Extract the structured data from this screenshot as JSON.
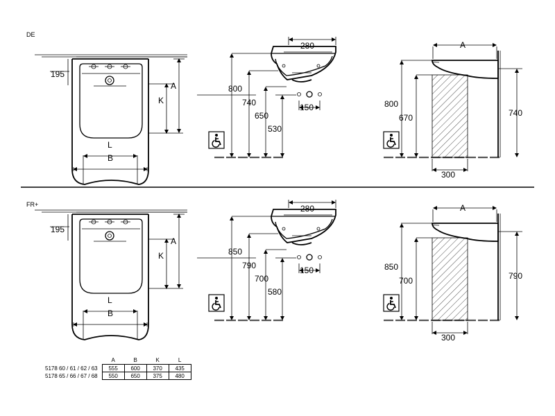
{
  "sections": [
    {
      "code": "DE",
      "front": {
        "dim_195": "195",
        "dim_A": "A",
        "dim_K": "K",
        "dim_L": "L",
        "dim_B": "B"
      },
      "side": {
        "dim_280": "280",
        "dim_150": "150",
        "heights": [
          "800",
          "740",
          "650",
          "530"
        ]
      },
      "wall": {
        "dim_A": "A",
        "dim_300": "300",
        "left_heights": [
          "800",
          "670"
        ],
        "right_height": "740"
      }
    },
    {
      "code": "FR+",
      "front": {
        "dim_195": "195",
        "dim_A": "A",
        "dim_K": "K",
        "dim_L": "L",
        "dim_B": "B"
      },
      "side": {
        "dim_280": "280",
        "dim_150": "150",
        "heights": [
          "850",
          "790",
          "700",
          "580"
        ]
      },
      "wall": {
        "dim_A": "A",
        "dim_300": "300",
        "left_heights": [
          "850",
          "700"
        ],
        "right_height": "790"
      }
    }
  ],
  "icons": {
    "accessibility": "wheelchair-icon"
  },
  "table": {
    "headers": [
      "A",
      "B",
      "K",
      "L"
    ],
    "rows": [
      {
        "model": "5178 60 / 61 / 62 / 63",
        "values": [
          "555",
          "600",
          "370",
          "435"
        ]
      },
      {
        "model": "5178 65 / 66 / 67 / 68",
        "values": [
          "550",
          "650",
          "375",
          "480"
        ]
      }
    ]
  }
}
